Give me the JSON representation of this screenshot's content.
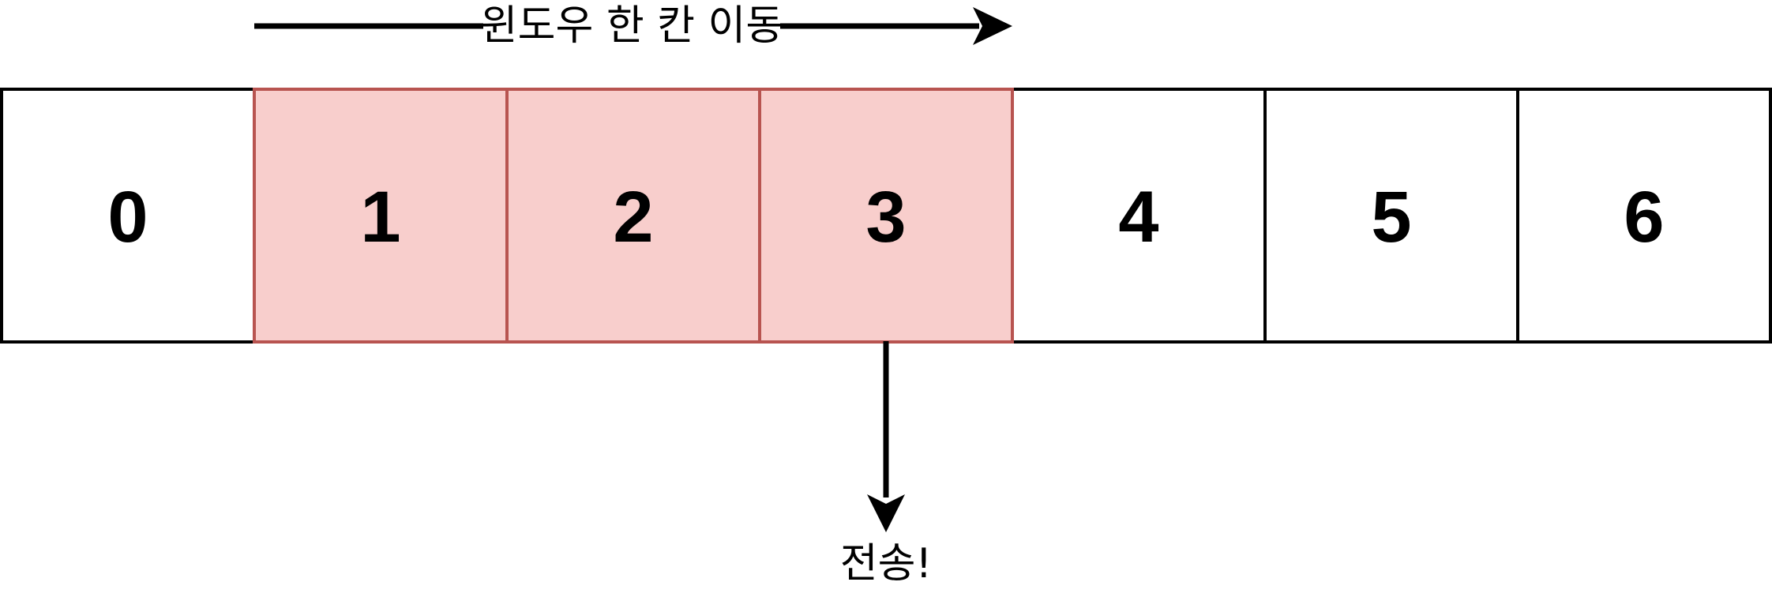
{
  "cells": [
    {
      "label": "0",
      "highlighted": false
    },
    {
      "label": "1",
      "highlighted": true
    },
    {
      "label": "2",
      "highlighted": true
    },
    {
      "label": "3",
      "highlighted": true
    },
    {
      "label": "4",
      "highlighted": false
    },
    {
      "label": "5",
      "highlighted": false
    },
    {
      "label": "6",
      "highlighted": false
    }
  ],
  "window_move_label": "윈도우 한 칸 이동",
  "send_label": "전송!",
  "colors": {
    "highlight_fill": "#f8cecc",
    "highlight_stroke": "#b85450",
    "normal_fill": "#ffffff",
    "normal_stroke": "#000000",
    "arrow": "#000000"
  }
}
